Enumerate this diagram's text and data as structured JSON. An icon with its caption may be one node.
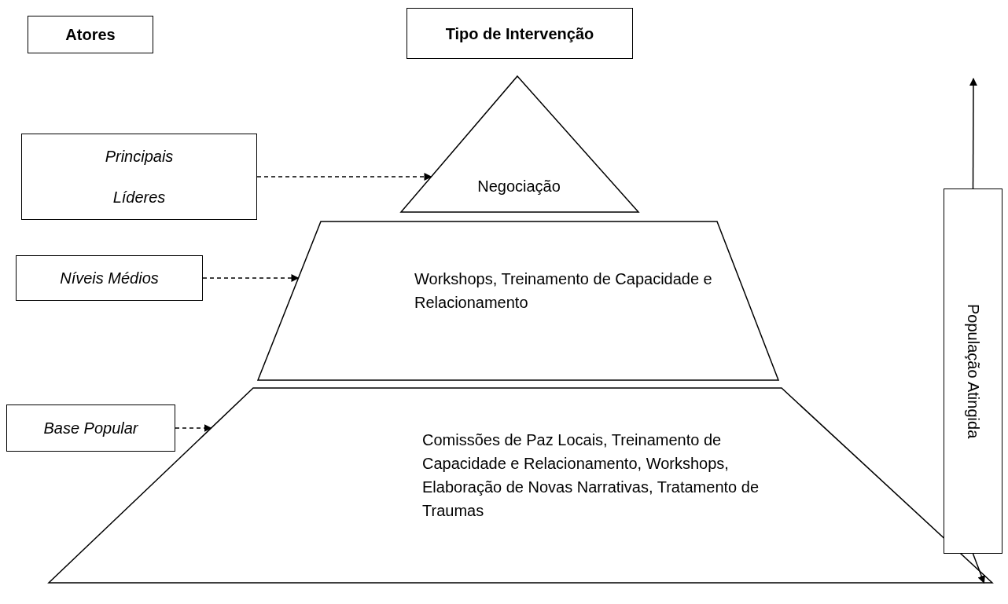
{
  "diagram": {
    "nodes": [
      {
        "text": [
          "Atores"
        ]
      },
      {
        "text": [
          "Tipo de Intervenção"
        ]
      },
      {
        "text": [
          "Principais Líderes"
        ]
      },
      {
        "text": [
          "Níveis Médios"
        ]
      },
      {
        "text": [
          "Base Popular"
        ]
      },
      {
        "text": [
          "Negociação"
        ]
      },
      {
        "text": [
          "Workshops, Treinamento de Capacidade e Relacionamento"
        ]
      },
      {
        "text": [
          "Comissões de Paz Locais, Treinamento de Capacidade e Relacionamento, Workshops, Elaboração de Novas Narrativas, Tratamento de Traumas"
        ]
      },
      {
        "text": [
          "População Atingida"
        ]
      }
    ],
    "edges": [
      {
        "from": 2,
        "to": 5,
        "arrow": "to",
        "style": "dashed"
      },
      {
        "from": 3,
        "to": 6,
        "arrow": "to",
        "style": "dashed"
      },
      {
        "from": 4,
        "to": 7,
        "arrow": "to",
        "style": "dashed"
      },
      {
        "from": 8,
        "to": null,
        "arrow": "to"
      },
      {
        "from": 8,
        "to": 7,
        "arrow": "to"
      }
    ]
  }
}
